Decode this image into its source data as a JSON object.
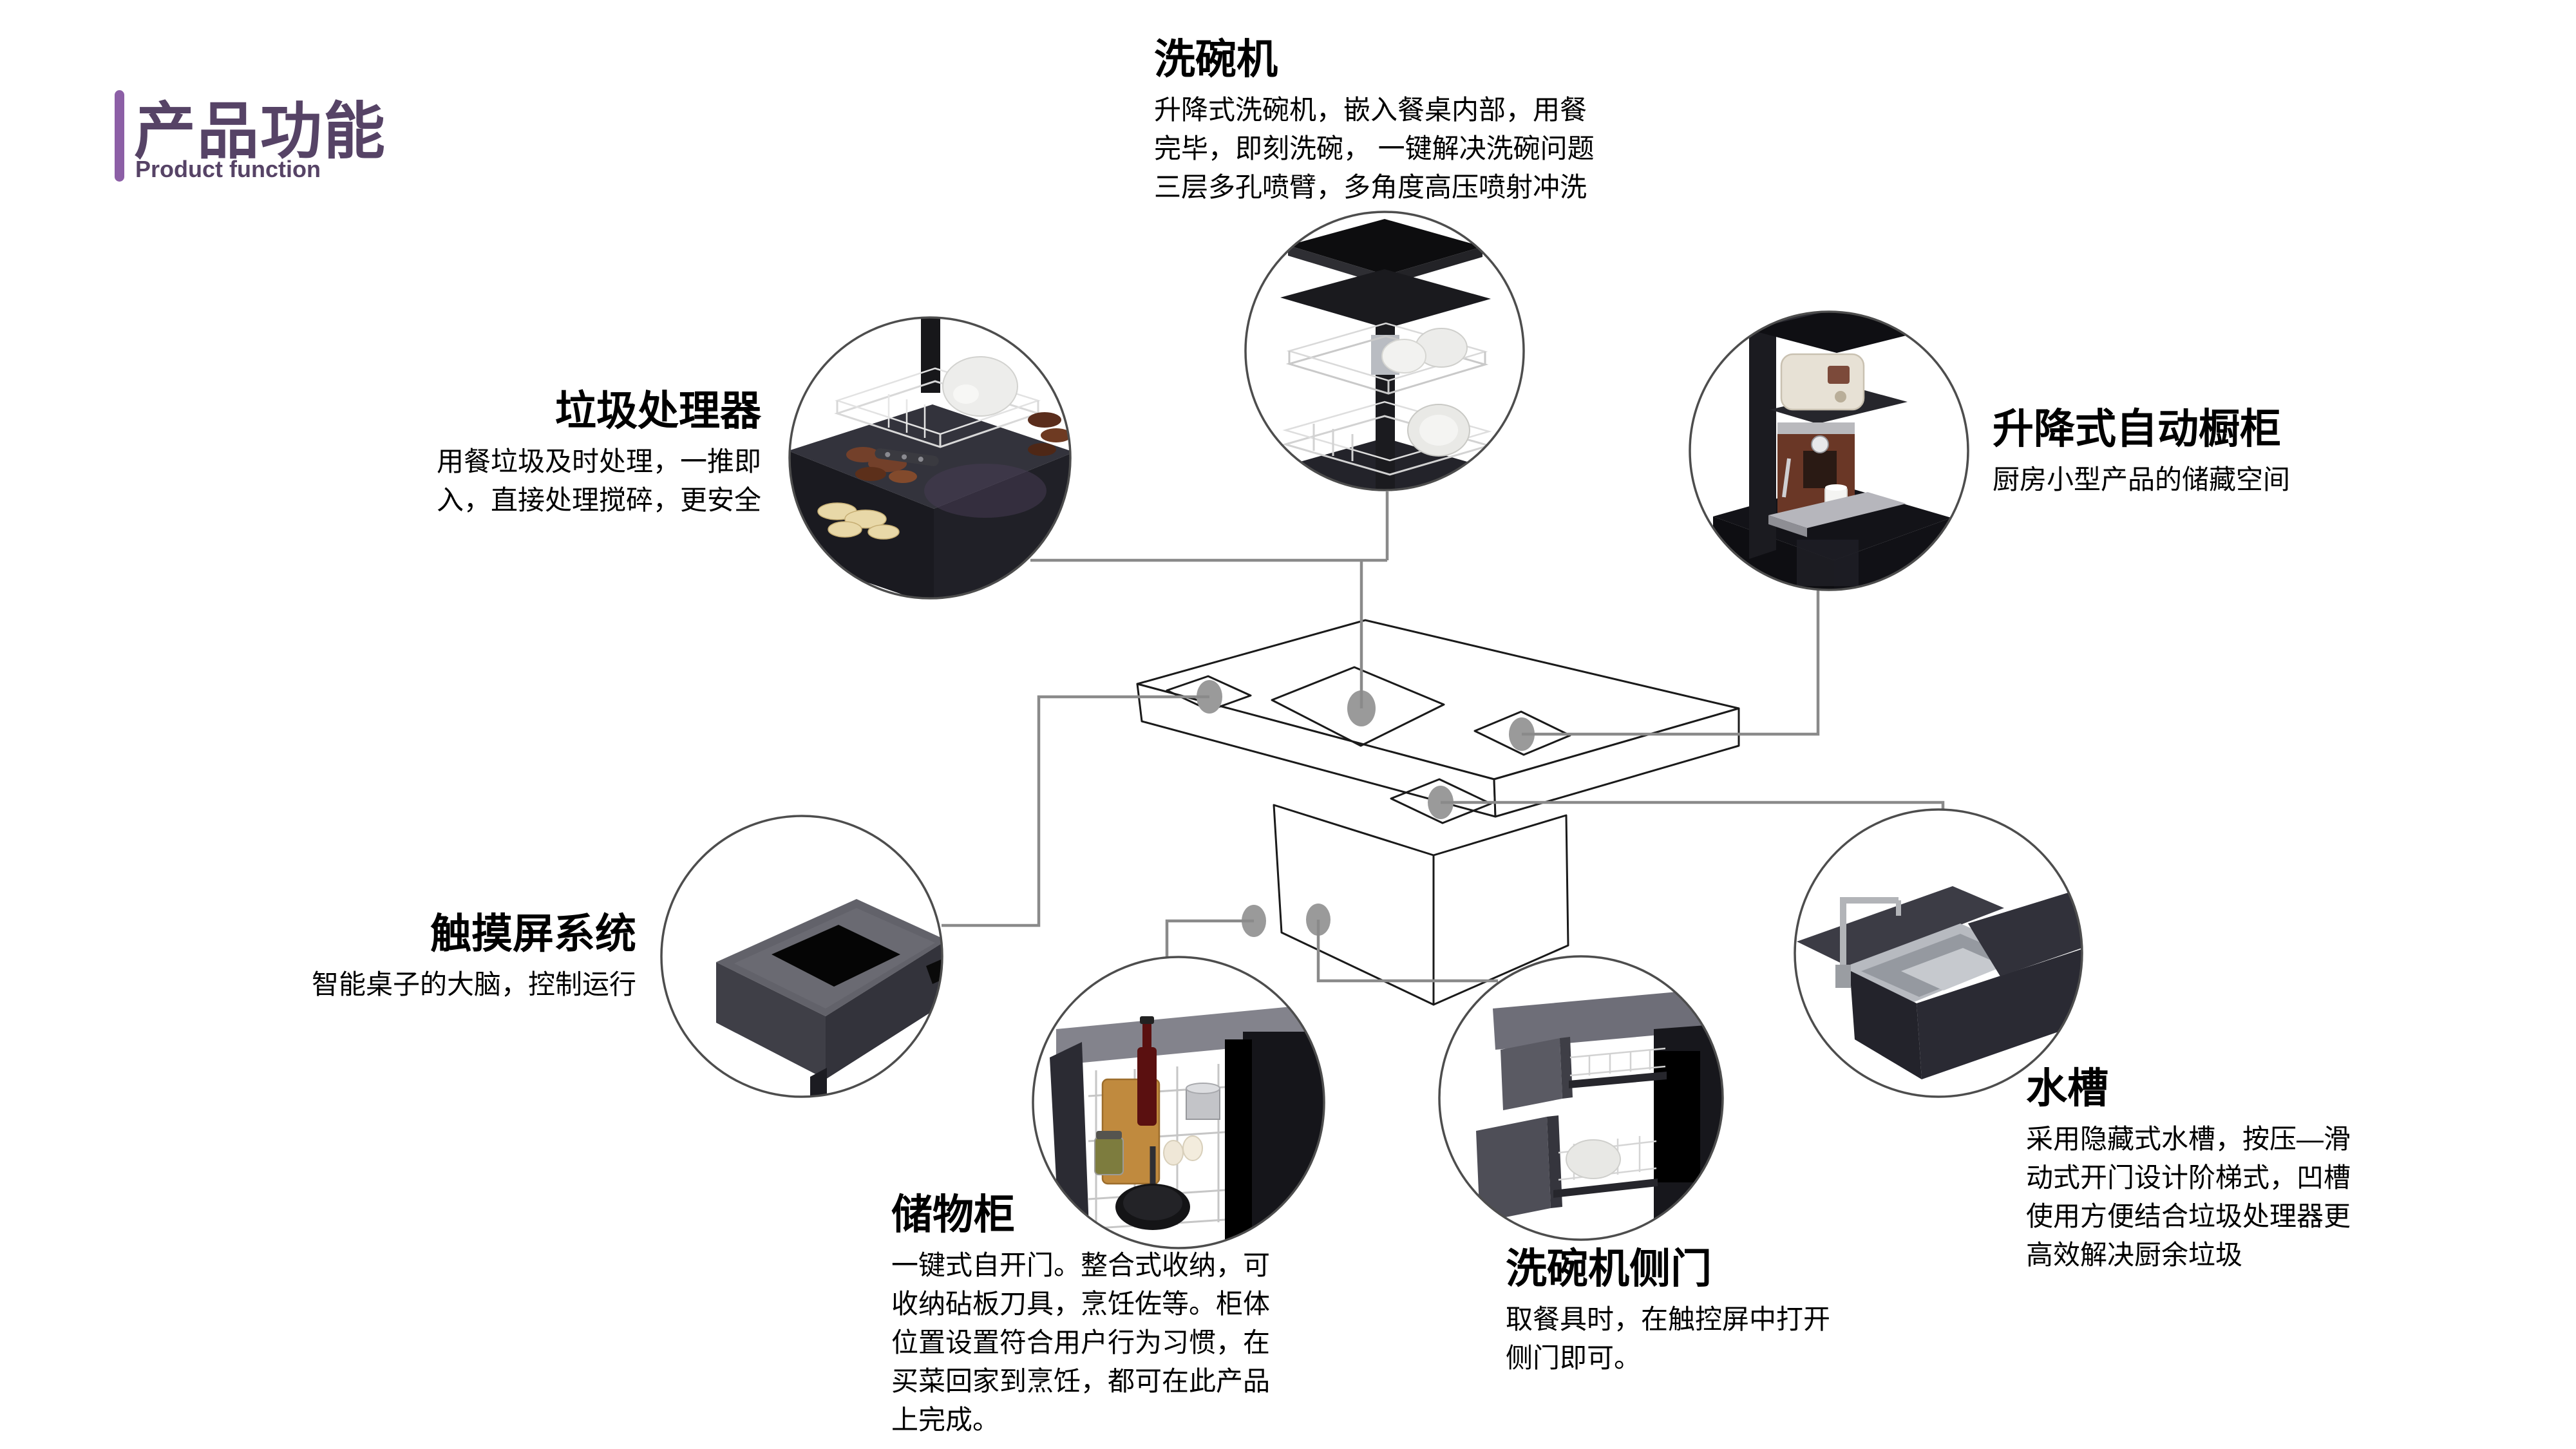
{
  "header": {
    "title": "产品功能",
    "subtitle": "Product function",
    "accent_color": "#8C5FA6",
    "title_color": "#564366"
  },
  "callouts": [
    {
      "id": "dishwasher",
      "title": "洗碗机",
      "lines": [
        "升降式洗碗机，嵌入餐桌内部，用餐",
        "完毕，即刻洗碗， 一键解决洗碗问题",
        "三层多孔喷臂，多角度高压喷射冲洗"
      ]
    },
    {
      "id": "garbage-disposal",
      "title": "垃圾处理器",
      "lines": [
        "用餐垃圾及时处理，一推即",
        "入，直接处理搅碎，更安全"
      ]
    },
    {
      "id": "lifting-cabinet",
      "title": "升降式自动橱柜",
      "lines": [
        "厨房小型产品的储藏空间"
      ]
    },
    {
      "id": "touchscreen",
      "title": "触摸屏系统",
      "lines": [
        "智能桌子的大脑，控制运行"
      ]
    },
    {
      "id": "storage-cabinet",
      "title": "储物柜",
      "lines": [
        "一键式自开门。整合式收纳，可",
        "收纳砧板刀具，烹饪佐等。柜体",
        "位置设置符合用户行为习惯，在",
        "买菜回家到烹饪，都可在此产品",
        "上完成。"
      ]
    },
    {
      "id": "dishwasher-side-door",
      "title": "洗碗机侧门",
      "lines": [
        "取餐具时，在触控屏中打开",
        "侧门即可。"
      ]
    },
    {
      "id": "sink",
      "title": "水槽",
      "lines": [
        "采用隐藏式水槽，按压—滑",
        "动式开门设计阶梯式，凹槽",
        "使用方便结合垃圾处理器更",
        "高效解决厨余垃圾"
      ]
    }
  ],
  "diagram": {
    "connector_color": "#8a8a8a",
    "circle_stroke_color": "#4d4d4d",
    "table_line_color": "#1a1a1a",
    "marker_dot_color": "#9a9a9a"
  }
}
